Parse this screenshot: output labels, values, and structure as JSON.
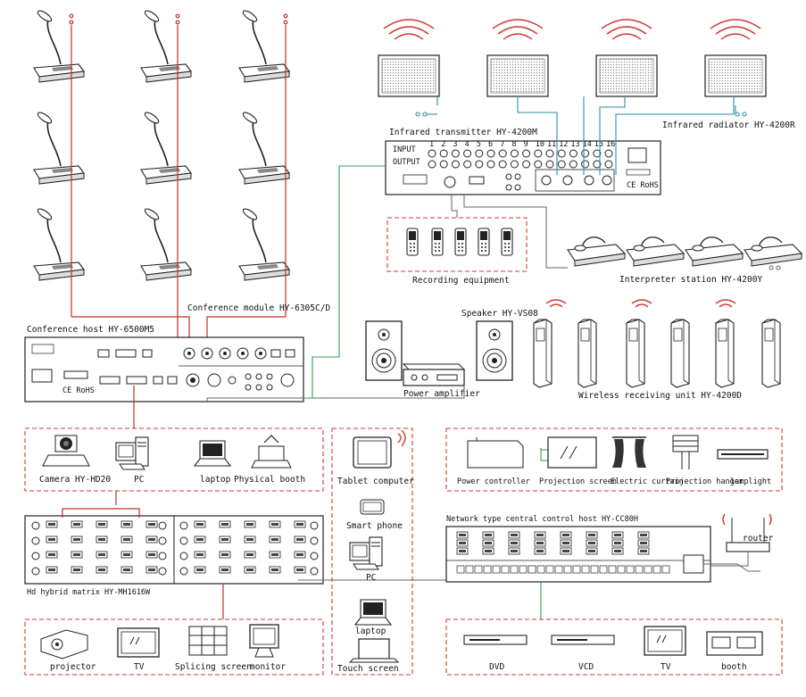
{
  "labels": {
    "infrared_transmitter": "Infrared transmitter HY-4200M",
    "infrared_radiator": "Infrared radiator HY-4200R",
    "recording_equipment": "Recording equipment",
    "interpreter_station": "Interpreter station HY-4200Y",
    "conference_module": "Conference module HY-6305C/D",
    "conference_host": "Conference host HY-6500M5",
    "speaker": "Speaker HY-VS08",
    "power_amplifier": "Power amplifier",
    "wireless_receiving_unit": "Wireless receiving unit HY-4200D",
    "camera": "Camera HY-HD20",
    "pc": "PC",
    "laptop": "laptop",
    "physical_booth": "Physical booth",
    "tablet_computer": "Tablet computer",
    "smart_phone": "Smart phone",
    "pc_mobile": "PC",
    "laptop_mobile": "laptop",
    "touch_screen": "Touch screen",
    "power_controller": "Power controller",
    "projection_screen": "Projection screen",
    "electric_curtain": "Electric curtain",
    "projection_hanger": "Projection hanger",
    "lamplight": "lamplight",
    "central_control_host": "Network type central control host HY-CC80H",
    "router": "router",
    "hd_hybrid_matrix": "Hd hybrid matrix HY-MH1616W",
    "projector": "projector",
    "tv": "TV",
    "splicing_screen": "Splicing screen",
    "monitor": "monitor",
    "dvd": "DVD",
    "vcd": "VCD",
    "tv_av": "TV",
    "booth": "booth"
  },
  "panel_text": {
    "input": "INPUT",
    "output": "OUTPUT",
    "channels": [
      "1",
      "2",
      "3",
      "4",
      "5",
      "6",
      "7",
      "8",
      "9",
      "10",
      "11",
      "12",
      "13",
      "14",
      "15",
      "16"
    ],
    "ce_rohs": "CE RoHS"
  },
  "colors": {
    "conference_link": "#c0302a",
    "green_link": "#3a9e55",
    "teal_link": "#2b8fa6",
    "group_border": "#d13a32"
  }
}
